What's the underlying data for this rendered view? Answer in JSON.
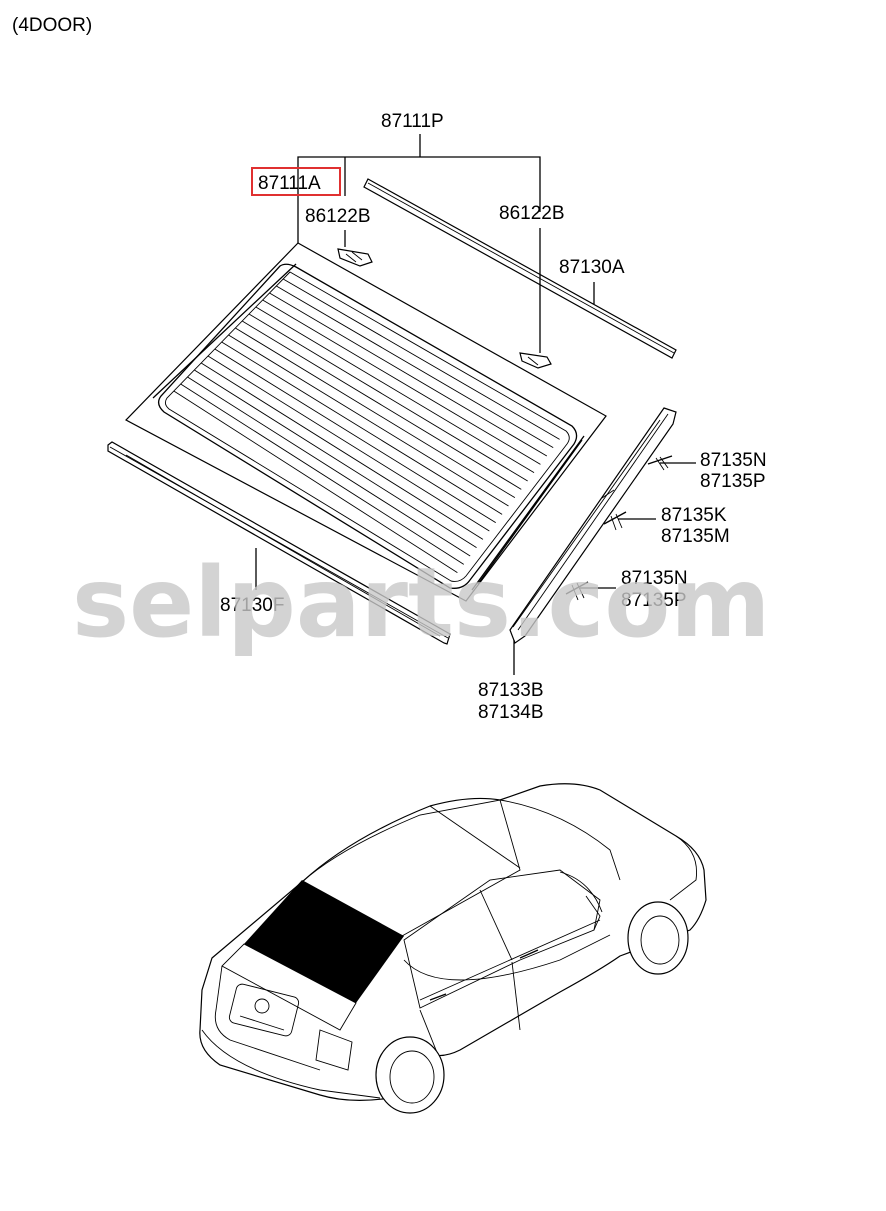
{
  "title": "(4DOOR)",
  "watermark": "selparts.com",
  "highlight_color": "#e03030",
  "labels": {
    "p87111P": "87111P",
    "p87111A": "87111A",
    "p86122B_left": "86122B",
    "p86122B_right": "86122B",
    "p87130A": "87130A",
    "p87135N_top": "87135N",
    "p87135P_top": "87135P",
    "p87135K": "87135K",
    "p87135M": "87135M",
    "p87135N_mid": "87135N",
    "p87135P_mid": "87135P",
    "p87130F": "87130F",
    "p87133B": "87133B",
    "p87134B": "87134B"
  }
}
